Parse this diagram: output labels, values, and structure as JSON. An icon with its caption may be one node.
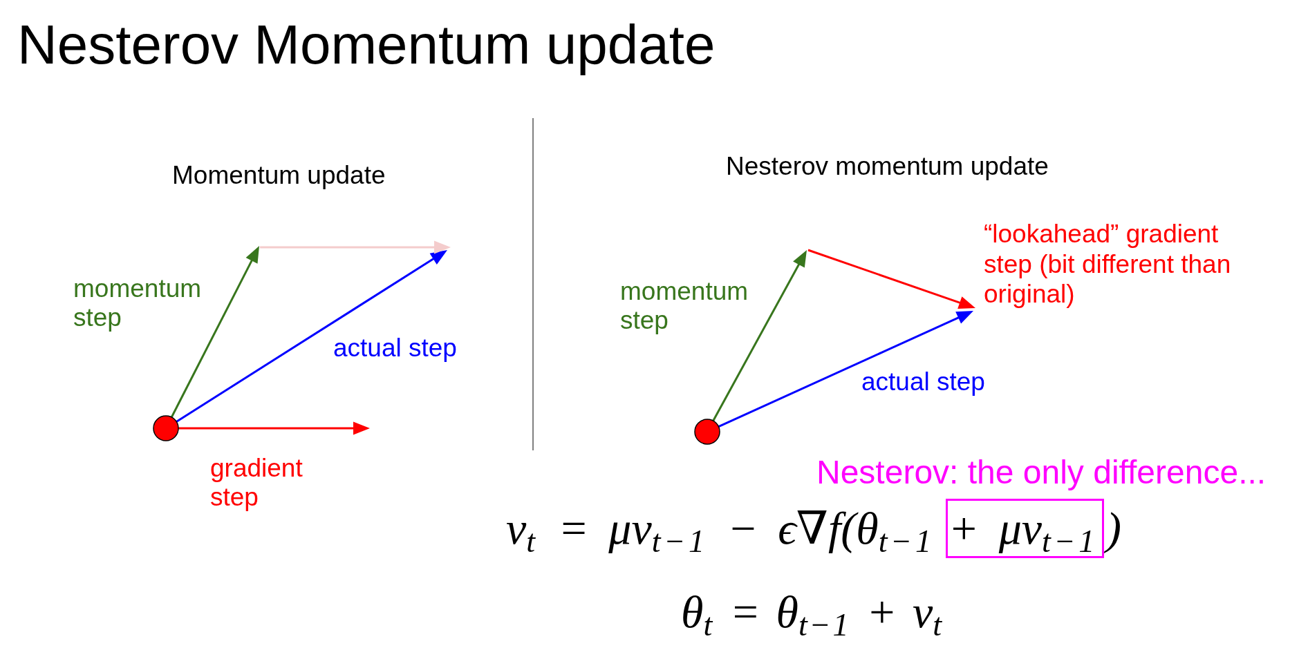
{
  "diagram": {
    "title": "Nesterov Momentum update",
    "nodes": [
      {
        "text": [
          "+ μv$_{t−1}$"
        ],
        "beside": [
          "Nesterov: the only difference..."
        ]
      }
    ],
    "labels": [
      "Momentum update",
      "momentum step",
      "actual step",
      "gradient step",
      "Nesterov momentum update",
      "“lookahead” gradient step (bit different than original)",
      "momentum step",
      "actual step",
      "v$_{t}$ = μv$_{t−1}$ − ϵ∇f(θ$_{t−1}$",
      ")",
      "θ$_{t}$ = θ$_{t−1}$ + v$_{t}$"
    ]
  }
}
